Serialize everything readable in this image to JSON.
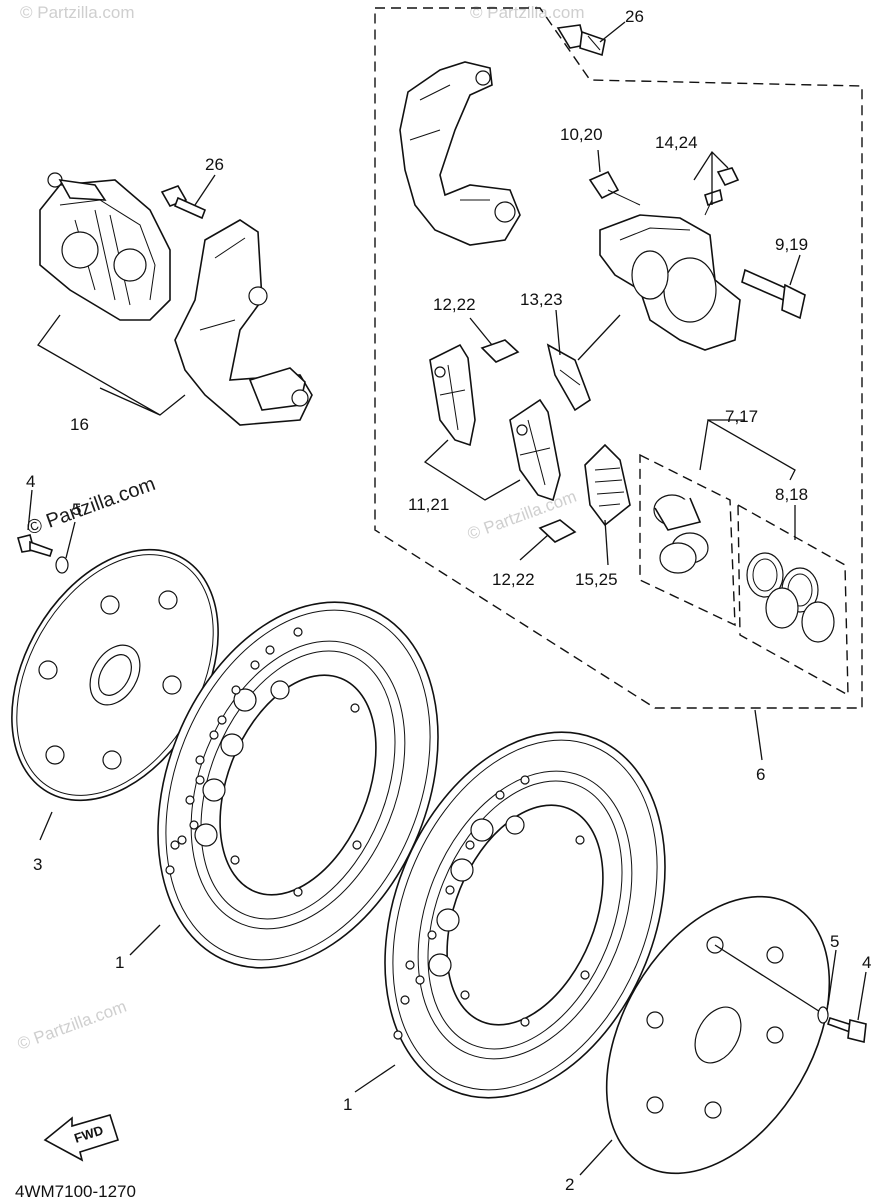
{
  "watermarks": {
    "main": "Partzilla.com",
    "faint": "© Partzilla.com"
  },
  "callouts": {
    "c26_top": "26",
    "c10_20": "10,20",
    "c14_24": "14,24",
    "c9_19": "9,19",
    "c26_left": "26",
    "c16": "16",
    "c12_22_top": "12,22",
    "c13_23": "13,23",
    "c7_17": "7,17",
    "c8_18": "8,18",
    "c11_21": "11,21",
    "c12_22_bottom": "12,22",
    "c15_25": "15,25",
    "c4_left": "4",
    "c5_left": "5",
    "c6": "6",
    "c3": "3",
    "c1_left": "1",
    "c1_bottom": "1",
    "c5_right": "5",
    "c4_right": "4",
    "c2": "2"
  },
  "fwd_label": "FWD",
  "diagram_code": "4WM7100-1270"
}
